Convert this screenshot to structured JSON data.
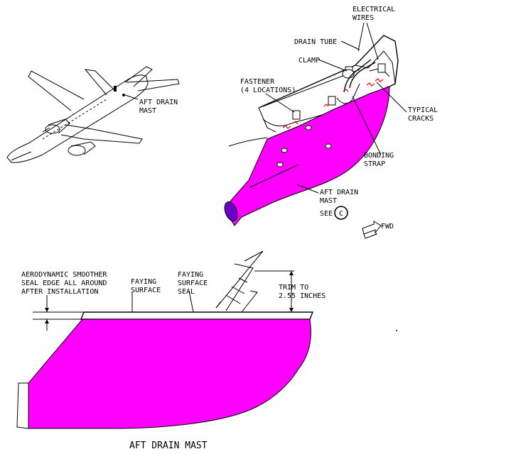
{
  "labels": {
    "aft_drain_mast_callout": [
      "AFT DRAIN",
      "MAST"
    ],
    "electrical_wires": [
      "ELECTRICAL",
      "WIRES"
    ],
    "drain_tube": "DRAIN TUBE",
    "clamp": "CLAMP",
    "fastener": [
      "FASTENER",
      "(4 LOCATIONS)"
    ],
    "typical_cracks": [
      "TYPICAL",
      "CRACKS"
    ],
    "bonding_strap": [
      "BONDING",
      "STRAP"
    ],
    "aft_drain_mast_detail": [
      "AFT DRAIN",
      "MAST"
    ],
    "see": "SEE",
    "see_ref": "C",
    "fwd": "FWD",
    "aero_smoother": [
      "AERODYNAMIC SMOOTHER",
      "SEAL EDGE ALL AROUND",
      "AFTER INSTALLATION"
    ],
    "faying_surface": [
      "FAYING",
      "SURFACE"
    ],
    "faying_surface_seal": [
      "FAYING",
      "SURFACE",
      "SEAL"
    ],
    "trim_to": [
      "TRIM TO",
      "2.55 INCHES"
    ],
    "title": "AFT DRAIN MAST"
  },
  "colors": {
    "mast_fill": "#ff00ff",
    "crack": "#ff0000",
    "line": "#000000"
  }
}
